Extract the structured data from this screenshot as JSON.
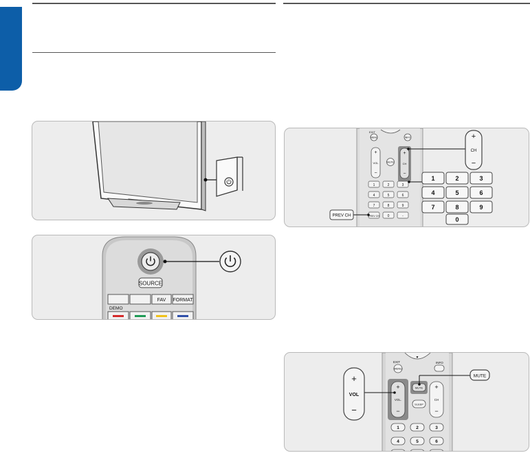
{
  "page": {
    "section_tab_color": "#0d5ea8"
  },
  "figure_tv_power": {
    "side_power_icon": "power-icon"
  },
  "figure_remote_power": {
    "source_label": "SOURCE",
    "fav_label": "FAV",
    "format_label": "FORMAT",
    "demo_label": "DEMO",
    "color_keys": [
      "#d42a2a",
      "#1f9a55",
      "#f0c21a",
      "#2f4fa8"
    ],
    "power_icon": "power-icon"
  },
  "figure_channel": {
    "remote_small": {
      "exit_label": "EXIT",
      "menu_label": "MENU",
      "info_label": "INFO",
      "vol_label": "VOL",
      "mute_label": "MUTE",
      "ch_label": "CH",
      "keys": [
        "1",
        "2",
        "3",
        "4",
        "5",
        "6",
        "7",
        "8",
        "9",
        "PREV CH",
        "0",
        "-"
      ]
    },
    "prev_ch_callout": "PREV CH",
    "ch_callout": {
      "plus": "+",
      "label": "CH",
      "minus": "−"
    },
    "big_keys": [
      "1",
      "2",
      "3",
      "4",
      "5",
      "6",
      "7",
      "8",
      "9",
      "0"
    ]
  },
  "figure_volume": {
    "exit_label": "EXIT",
    "menu_label": "MENU",
    "info_label": "INFO",
    "mute_label": "MUTE",
    "sleep_label": "SLEEP",
    "vol_label": "VOL.",
    "ch_label": "CH",
    "keys": [
      "1",
      "2",
      "3",
      "4",
      "5",
      "6"
    ],
    "vol_callout": {
      "plus": "+",
      "label": "VOL",
      "minus": "−"
    },
    "mute_callout": "MUTE"
  }
}
